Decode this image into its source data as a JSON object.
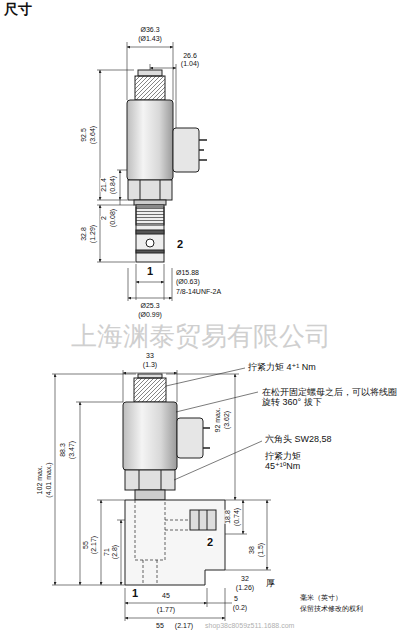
{
  "diagram": {
    "title": "尺寸",
    "labels": [
      "Ø36.3",
      "(Ø1.43)",
      "26.6",
      "(1.04)",
      "92.5",
      "(3.64)",
      "21.4",
      "(0.84)",
      "2",
      "(0.08)",
      "32.8",
      "(1.29)",
      "2",
      "1",
      "Ø15.88",
      "(Ø0.63)",
      "7/8-14UNF-2A",
      "Ø25.3",
      "(Ø0.99)",
      "上海渊泰贸易有限公司",
      "33",
      "(1.3)",
      "拧紧力矩 4⁺¹ Nm",
      "在松开固定螺母之后，可以将线圈旋转 360° 拔下",
      "六角头 SW28,58",
      "拧紧力矩 45⁺¹⁰Nm",
      "102 max.",
      "(4.01 max.)",
      "88.3",
      "(3.47)",
      "92 max.",
      "(3.62)",
      "55",
      "(2.17)",
      "71",
      "(2.8)",
      "18.8",
      "(0.74)",
      "38",
      "(1.5)",
      "2",
      "1",
      "32",
      "(1.26)",
      "厚",
      "45",
      "(1.77)",
      "5",
      "(0.2)",
      "55",
      "(2.17)",
      "毫米（英寸）",
      "保留技术修改的权利",
      "shop38c8059z511.1688.com"
    ]
  }
}
